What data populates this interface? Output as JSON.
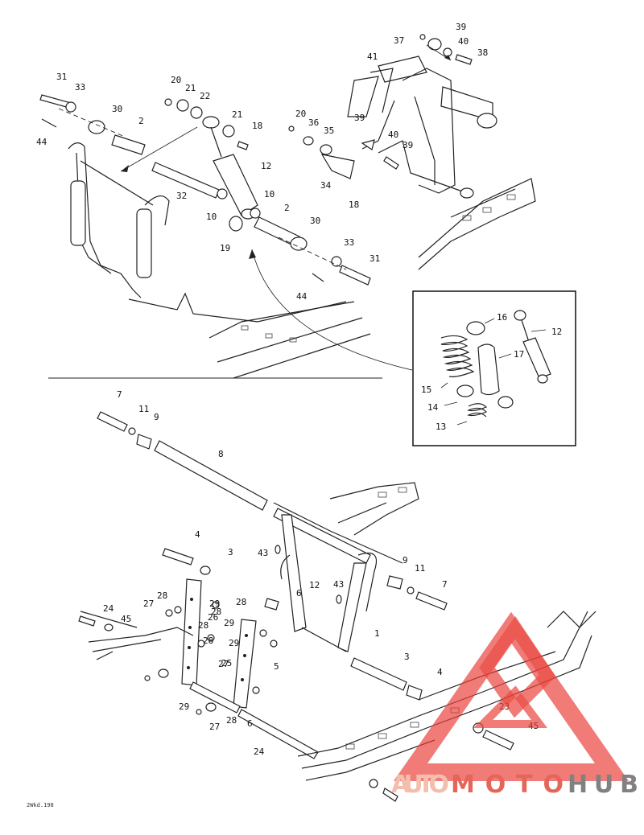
{
  "drawing_code": "2Wkd.198",
  "callouts": {
    "top": [
      "31",
      "33",
      "30",
      "2",
      "44",
      "20",
      "21",
      "22",
      "21",
      "18",
      "12",
      "32",
      "10",
      "10",
      "19",
      "2",
      "30",
      "33",
      "31",
      "44",
      "20",
      "36",
      "35",
      "34",
      "18",
      "39",
      "40",
      "39",
      "37",
      "41",
      "39",
      "40",
      "38"
    ],
    "inset": [
      "16",
      "12",
      "17",
      "15",
      "14",
      "13"
    ],
    "bottom": [
      "7",
      "11",
      "9",
      "8",
      "4",
      "3",
      "43",
      "12",
      "43",
      "6",
      "1",
      "9",
      "11",
      "7",
      "24",
      "45",
      "27",
      "28",
      "29",
      "28",
      "26",
      "29",
      "28",
      "28",
      "27",
      "29",
      "25",
      "28",
      "29",
      "27",
      "28",
      "5",
      "6",
      "3",
      "4",
      "23",
      "45",
      "24"
    ]
  },
  "watermark": {
    "brand_auto": "AUTOMOTO",
    "brand_hub": "HUB",
    "colors": {
      "auto": "#f2b9a6",
      "moto": "#e35a4b",
      "hub": "#777777",
      "mark": "#e8403a"
    }
  }
}
